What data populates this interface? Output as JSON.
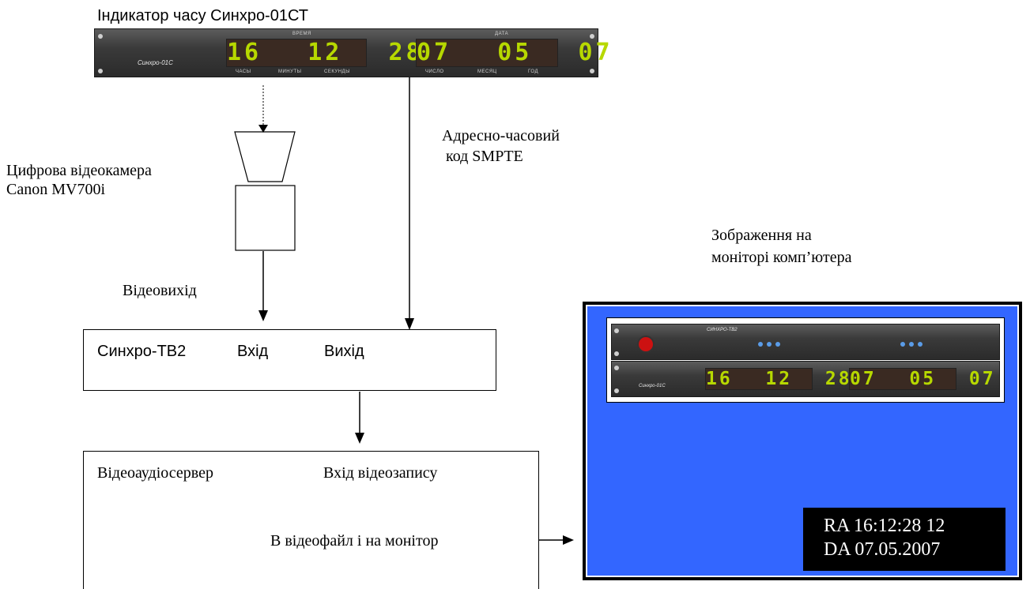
{
  "indicator": {
    "title": "Індикатор часу   Синхро-01СТ",
    "brand": "Синхро-01С",
    "time_header": "ВРЕМЯ",
    "date_header": "ДАТА",
    "hours": "16",
    "minutes": "12",
    "seconds": "28",
    "day": "07",
    "month": "05",
    "year": "07",
    "label_hours": "ЧАСЫ",
    "label_minutes": "МИНУТЫ",
    "label_seconds": "СЕКУНДЫ",
    "label_day": "ЧИСЛО",
    "label_month": "МЕСЯЦ",
    "label_year": "ГОД"
  },
  "camera": {
    "label_line1": "Цифрова відеокамера",
    "label_line2": "Canon MV700i",
    "output_label": "Відеовихід"
  },
  "smpte": {
    "label_line1": "Адресно-часовий",
    "label_line2": " код SMPTE"
  },
  "sync_tv2": {
    "name": "Синхро-ТВ2",
    "input": "Вхід",
    "output": "Вихід"
  },
  "server": {
    "name": "Відеоаудіосервер",
    "record_input": "Вхід відеозапису",
    "to_file": "В відеофайл і на монітор"
  },
  "monitor": {
    "caption_line1": "Зображення на",
    "caption_line2": "моніторі комп’ютера",
    "top_brand": "СИНХРО-ТВ2",
    "osd_line1": "RA 16:12:28 12",
    "osd_line2": "DA 07.05.2007",
    "background_color": "#3366ff"
  }
}
